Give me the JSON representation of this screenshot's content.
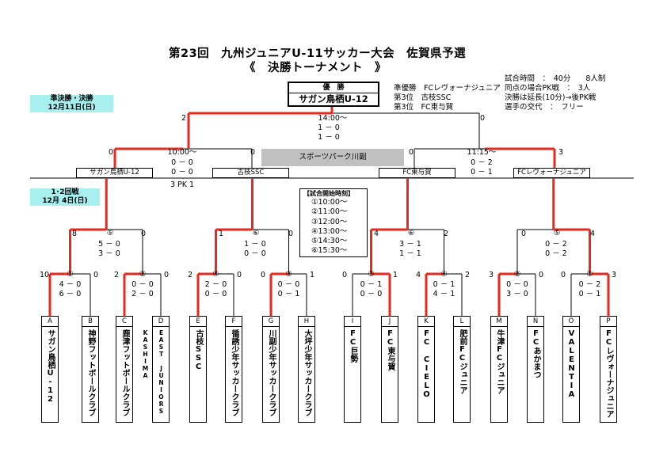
{
  "header": {
    "title1": "第23回　九州ジュニアU-11サッカー大会　佐賀県予選",
    "title2": "《　決勝トーナメント　》"
  },
  "info_right": [
    "試合時間　：　40分　　8人制",
    "同点の場合PK戦　：　3人",
    "決勝は延長(10分)→後PK戦",
    "選手の交代　：　フリー"
  ],
  "results": [
    "準優勝　FCレヴォーナジュニア",
    "第3位　古枝SSC",
    "第3位　FC東与賀"
  ],
  "champion": {
    "label": "優　勝",
    "team": "サガン鳥栖U-12"
  },
  "stage_labels": {
    "semi": "準決勝・決勝",
    "semi_date": "12月11日(日)",
    "early": "1･2回戦",
    "early_date": "12月 4日(日)"
  },
  "venue": "スポーツパーク川副",
  "start_times": {
    "title": "【試合開始時刻】",
    "items": [
      "①10:00～",
      "②11:00～",
      "③12:00～",
      "④13:00～",
      "⑤14:30～",
      "⑥15:30～"
    ]
  },
  "final": {
    "time": "14:00～",
    "s1": "1 － 0",
    "s2": "1 － 0",
    "left": "2",
    "right": "0"
  },
  "semi_left": {
    "time": "10:00～",
    "s1": "0 － 0",
    "s2": "0 － 0",
    "pk": "3 PK 1",
    "left": "0",
    "right": "0"
  },
  "semi_right": {
    "time": "11:15～",
    "s1": "0 － 2",
    "s2": "0 － 1",
    "left": "0",
    "right": "3"
  },
  "semi_teams": [
    "サガン鳥栖U-12",
    "古枝SSC",
    "FC東与賀",
    "FCレヴォーナジュニア"
  ],
  "qf": [
    {
      "mark": "⑤",
      "s1": "5 － 0",
      "s2": "3 － 0",
      "left": "8",
      "right": "0"
    },
    {
      "mark": "⑥",
      "s1": "1 － 0",
      "s2": "0 － 0",
      "left": "1",
      "right": "0"
    },
    {
      "mark": "⑥",
      "s1": "3 － 1",
      "s2": "1 － 1",
      "left": "4",
      "right": "2"
    },
    {
      "mark": "⑤",
      "s1": "0 － 2",
      "s2": "0 － 2",
      "left": "0",
      "right": "4"
    }
  ],
  "r1": [
    {
      "mark": "①",
      "s1": "4 － 0",
      "s2": "6 － 0",
      "left": "10",
      "right": "0"
    },
    {
      "mark": "②",
      "s1": "0 － 0",
      "s2": "2 － 0",
      "left": "2",
      "right": "0"
    },
    {
      "mark": "④",
      "s1": "2 － 0",
      "s2": "0 － 0",
      "left": "2",
      "right": "0"
    },
    {
      "mark": "③",
      "s1": "0 － 0",
      "s2": "0 － 1",
      "left": "0",
      "right": "1"
    },
    {
      "mark": "③",
      "s1": "0 － 1",
      "s2": "0 － 0",
      "left": "0",
      "right": "1"
    },
    {
      "mark": "④",
      "s1": "0 － 1",
      "s2": "4 － 1",
      "left": "4",
      "right": "2"
    },
    {
      "mark": "②",
      "s1": "0 － 0",
      "s2": "3 － 0",
      "left": "3",
      "right": "0"
    },
    {
      "mark": "①",
      "s1": "0 － 2",
      "s2": "0 － 1",
      "left": "0",
      "right": "3"
    }
  ],
  "teams": [
    {
      "code": "A",
      "name": "サガン鳥栖U-12"
    },
    {
      "code": "B",
      "name": "神野フットボールクラブ"
    },
    {
      "code": "C",
      "name": "鹿津フットボールクラブ"
    },
    {
      "code": "D",
      "name": "EAST JUNIORS KASHIMA"
    },
    {
      "code": "E",
      "name": "古枝SSC"
    },
    {
      "code": "F",
      "name": "循誘少年サッカークラブ"
    },
    {
      "code": "G",
      "name": "川副少年サッカークラブ"
    },
    {
      "code": "H",
      "name": "大坪少年サッカークラブ"
    },
    {
      "code": "I",
      "name": "FC巨勢"
    },
    {
      "code": "J",
      "name": "FC東与賀"
    },
    {
      "code": "K",
      "name": "FC CIELO"
    },
    {
      "code": "L",
      "name": "肥前FCジュニア"
    },
    {
      "code": "M",
      "name": "牛津FCジュニア"
    },
    {
      "code": "N",
      "name": "FCあかまつ"
    },
    {
      "code": "O",
      "name": "VALENTIA"
    },
    {
      "code": "P",
      "name": "FCレヴォーナジュニア"
    }
  ]
}
